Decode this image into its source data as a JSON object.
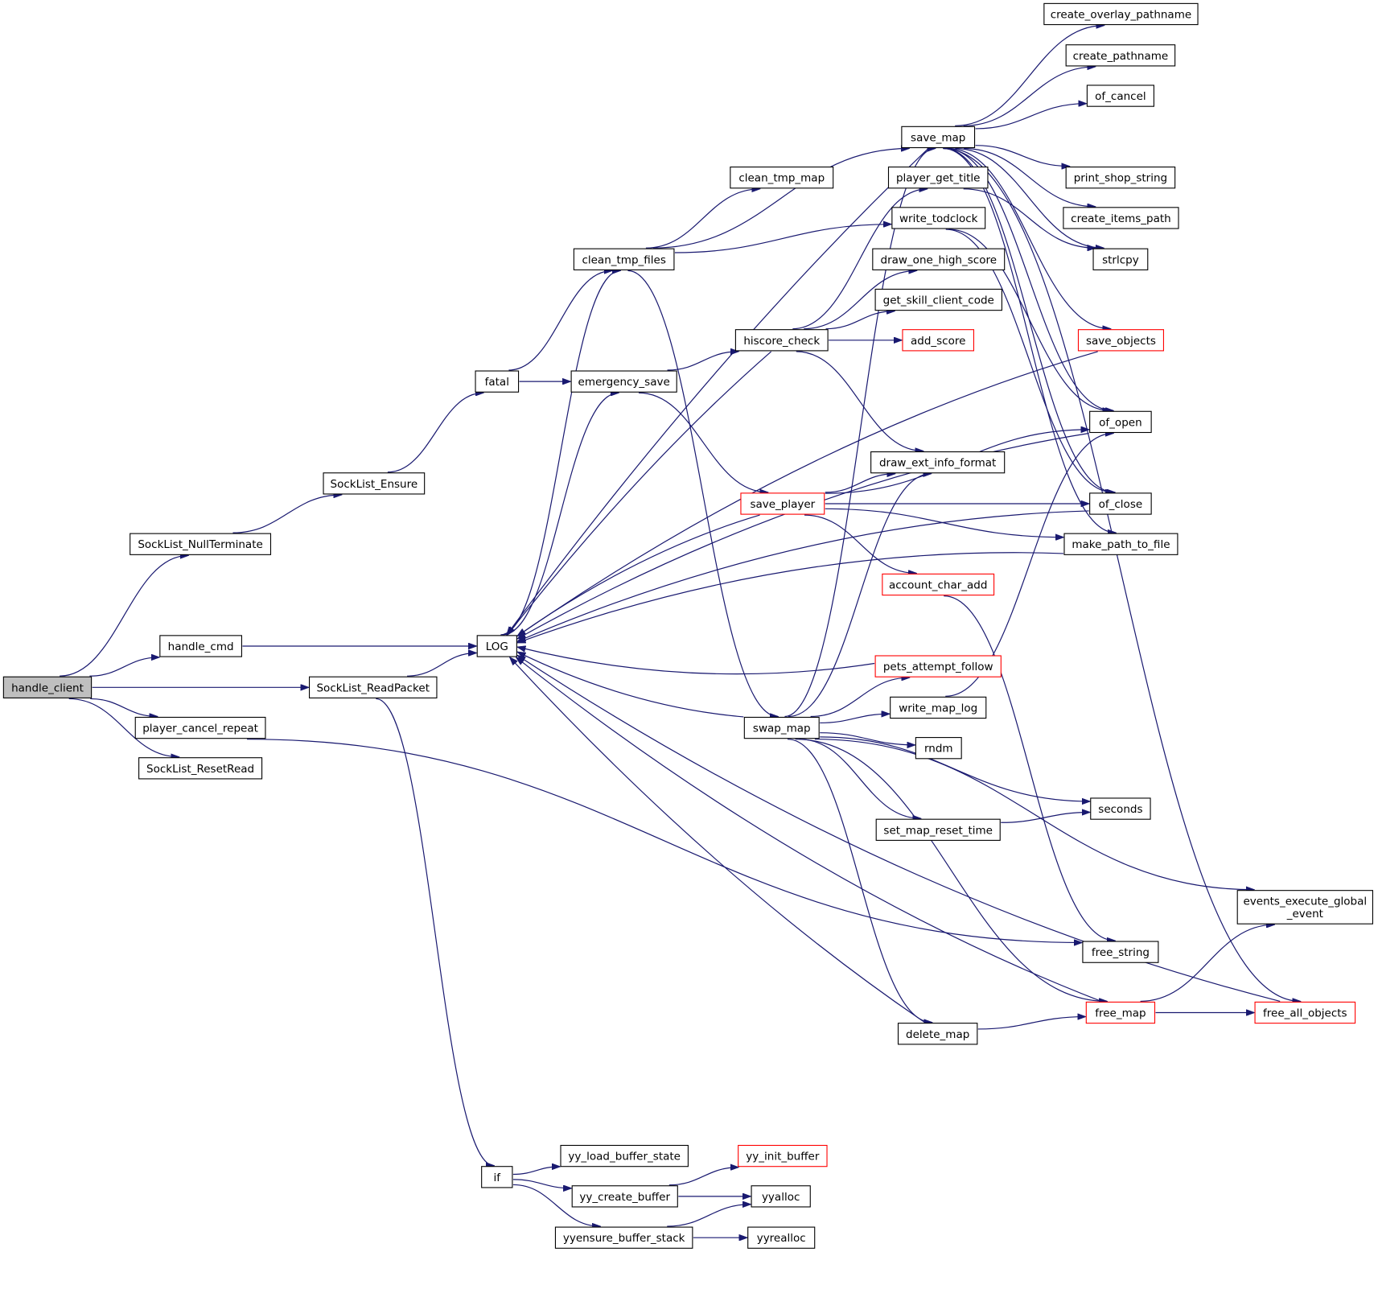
{
  "colors": {
    "edge": "#191970",
    "node_border": "#000000",
    "partial_node_border": "#ff0000",
    "root_fill": "#bfbfbf",
    "node_fill": "#ffffff"
  },
  "nodes": [
    {
      "id": "handle_client",
      "label": "handle_client",
      "root": true
    },
    {
      "id": "SockList_NullTerminate",
      "label": "SockList_NullTerminate"
    },
    {
      "id": "handle_cmd",
      "label": "handle_cmd"
    },
    {
      "id": "player_cancel_repeat",
      "label": "player_cancel_repeat"
    },
    {
      "id": "SockList_ResetRead",
      "label": "SockList_ResetRead"
    },
    {
      "id": "SockList_ReadPacket",
      "label": "SockList_ReadPacket"
    },
    {
      "id": "SockList_Ensure",
      "label": "SockList_Ensure"
    },
    {
      "id": "fatal",
      "label": "fatal"
    },
    {
      "id": "LOG",
      "label": "LOG"
    },
    {
      "id": "clean_tmp_files",
      "label": "clean_tmp_files"
    },
    {
      "id": "emergency_save",
      "label": "emergency_save"
    },
    {
      "id": "if",
      "label": "if"
    },
    {
      "id": "yy_load_buffer_state",
      "label": "yy_load_buffer_state"
    },
    {
      "id": "yy_create_buffer",
      "label": "yy_create_buffer"
    },
    {
      "id": "yyensure_buffer_stack",
      "label": "yyensure_buffer_stack"
    },
    {
      "id": "clean_tmp_map",
      "label": "clean_tmp_map"
    },
    {
      "id": "hiscore_check",
      "label": "hiscore_check"
    },
    {
      "id": "save_player",
      "label": "save_player",
      "partial": true
    },
    {
      "id": "swap_map",
      "label": "swap_map"
    },
    {
      "id": "yy_init_buffer",
      "label": "yy_init_buffer",
      "partial": true
    },
    {
      "id": "yyalloc",
      "label": "yyalloc"
    },
    {
      "id": "yyrealloc",
      "label": "yyrealloc"
    },
    {
      "id": "save_map",
      "label": "save_map"
    },
    {
      "id": "player_get_title",
      "label": "player_get_title"
    },
    {
      "id": "write_todclock",
      "label": "write_todclock"
    },
    {
      "id": "draw_one_high_score",
      "label": "draw_one_high_score"
    },
    {
      "id": "get_skill_client_code",
      "label": "get_skill_client_code"
    },
    {
      "id": "add_score",
      "label": "add_score",
      "partial": true
    },
    {
      "id": "draw_ext_info_format",
      "label": "draw_ext_info_format"
    },
    {
      "id": "account_char_add",
      "label": "account_char_add",
      "partial": true
    },
    {
      "id": "pets_attempt_follow",
      "label": "pets_attempt_follow",
      "partial": true
    },
    {
      "id": "write_map_log",
      "label": "write_map_log"
    },
    {
      "id": "rndm",
      "label": "rndm"
    },
    {
      "id": "set_map_reset_time",
      "label": "set_map_reset_time"
    },
    {
      "id": "delete_map",
      "label": "delete_map"
    },
    {
      "id": "create_overlay_pathname",
      "label": "create_overlay_pathname"
    },
    {
      "id": "create_pathname",
      "label": "create_pathname"
    },
    {
      "id": "of_cancel",
      "label": "of_cancel"
    },
    {
      "id": "print_shop_string",
      "label": "print_shop_string"
    },
    {
      "id": "create_items_path",
      "label": "create_items_path"
    },
    {
      "id": "strlcpy",
      "label": "strlcpy"
    },
    {
      "id": "save_objects",
      "label": "save_objects",
      "partial": true
    },
    {
      "id": "of_open",
      "label": "of_open"
    },
    {
      "id": "of_close",
      "label": "of_close"
    },
    {
      "id": "make_path_to_file",
      "label": "make_path_to_file"
    },
    {
      "id": "seconds",
      "label": "seconds"
    },
    {
      "id": "free_string",
      "label": "free_string"
    },
    {
      "id": "free_map",
      "label": "free_map",
      "partial": true
    },
    {
      "id": "events_execute_global_event",
      "label": "events_execute_global\n_event"
    },
    {
      "id": "free_all_objects",
      "label": "free_all_objects",
      "partial": true
    }
  ],
  "edges": [
    [
      "handle_client",
      "SockList_NullTerminate"
    ],
    [
      "handle_client",
      "handle_cmd"
    ],
    [
      "handle_client",
      "SockList_ReadPacket"
    ],
    [
      "handle_client",
      "player_cancel_repeat"
    ],
    [
      "handle_client",
      "SockList_ResetRead"
    ],
    [
      "SockList_NullTerminate",
      "SockList_Ensure"
    ],
    [
      "SockList_Ensure",
      "fatal"
    ],
    [
      "handle_cmd",
      "LOG"
    ],
    [
      "SockList_ReadPacket",
      "LOG"
    ],
    [
      "SockList_ReadPacket",
      "if"
    ],
    [
      "player_cancel_repeat",
      "free_string"
    ],
    [
      "fatal",
      "clean_tmp_files"
    ],
    [
      "fatal",
      "emergency_save"
    ],
    [
      "LOG",
      "clean_tmp_files"
    ],
    [
      "LOG",
      "emergency_save"
    ],
    [
      "clean_tmp_files",
      "clean_tmp_map"
    ],
    [
      "clean_tmp_files",
      "save_map"
    ],
    [
      "clean_tmp_files",
      "write_todclock"
    ],
    [
      "clean_tmp_files",
      "swap_map"
    ],
    [
      "emergency_save",
      "hiscore_check"
    ],
    [
      "emergency_save",
      "save_player"
    ],
    [
      "hiscore_check",
      "LOG"
    ],
    [
      "hiscore_check",
      "player_get_title"
    ],
    [
      "hiscore_check",
      "draw_one_high_score"
    ],
    [
      "hiscore_check",
      "get_skill_client_code"
    ],
    [
      "hiscore_check",
      "add_score"
    ],
    [
      "hiscore_check",
      "draw_ext_info_format"
    ],
    [
      "save_player",
      "LOG"
    ],
    [
      "save_player",
      "draw_ext_info_format"
    ],
    [
      "save_player",
      "of_open"
    ],
    [
      "save_player",
      "of_close"
    ],
    [
      "save_player",
      "make_path_to_file"
    ],
    [
      "save_player",
      "account_char_add"
    ],
    [
      "swap_map",
      "LOG"
    ],
    [
      "swap_map",
      "save_map"
    ],
    [
      "swap_map",
      "draw_ext_info_format"
    ],
    [
      "swap_map",
      "pets_attempt_follow"
    ],
    [
      "swap_map",
      "write_map_log"
    ],
    [
      "swap_map",
      "rndm"
    ],
    [
      "swap_map",
      "seconds"
    ],
    [
      "swap_map",
      "set_map_reset_time"
    ],
    [
      "swap_map",
      "events_execute_global_event"
    ],
    [
      "swap_map",
      "delete_map"
    ],
    [
      "swap_map",
      "free_map"
    ],
    [
      "if",
      "yy_load_buffer_state"
    ],
    [
      "if",
      "yy_create_buffer"
    ],
    [
      "if",
      "yyensure_buffer_stack"
    ],
    [
      "yy_create_buffer",
      "yy_init_buffer"
    ],
    [
      "yy_create_buffer",
      "yyalloc"
    ],
    [
      "yyensure_buffer_stack",
      "yyalloc"
    ],
    [
      "yyensure_buffer_stack",
      "yyrealloc"
    ],
    [
      "save_map",
      "LOG"
    ],
    [
      "save_map",
      "create_overlay_pathname"
    ],
    [
      "save_map",
      "create_pathname"
    ],
    [
      "save_map",
      "of_cancel"
    ],
    [
      "save_map",
      "print_shop_string"
    ],
    [
      "save_map",
      "create_items_path"
    ],
    [
      "save_map",
      "strlcpy"
    ],
    [
      "save_map",
      "save_objects"
    ],
    [
      "save_map",
      "of_open"
    ],
    [
      "save_map",
      "of_close"
    ],
    [
      "save_map",
      "make_path_to_file"
    ],
    [
      "save_map",
      "free_all_objects"
    ],
    [
      "player_get_title",
      "strlcpy"
    ],
    [
      "write_todclock",
      "of_open"
    ],
    [
      "write_todclock",
      "of_close"
    ],
    [
      "save_objects",
      "LOG"
    ],
    [
      "of_open",
      "LOG"
    ],
    [
      "of_close",
      "LOG"
    ],
    [
      "make_path_to_file",
      "LOG"
    ],
    [
      "account_char_add",
      "free_string"
    ],
    [
      "pets_attempt_follow",
      "LOG"
    ],
    [
      "write_map_log",
      "of_open"
    ],
    [
      "set_map_reset_time",
      "seconds"
    ],
    [
      "delete_map",
      "LOG"
    ],
    [
      "delete_map",
      "free_map"
    ],
    [
      "free_map",
      "LOG"
    ],
    [
      "free_map",
      "events_execute_global_event"
    ],
    [
      "free_map",
      "free_all_objects"
    ],
    [
      "free_all_objects",
      "LOG"
    ]
  ]
}
